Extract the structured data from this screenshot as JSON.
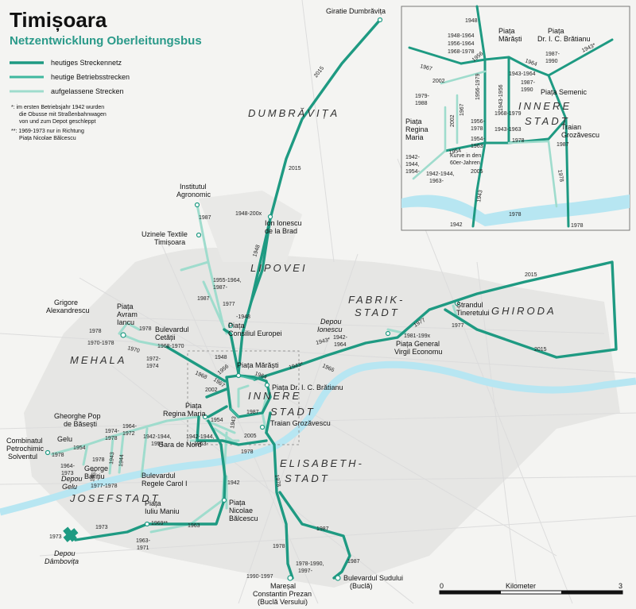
{
  "title": "Timișoara",
  "subtitle": "Netzentwicklung Oberleitungsbus",
  "legend": {
    "current_network": "heutiges Streckennetz",
    "current_operation": "heutige Betriebsstrecken",
    "abandoned": "aufgelassene Strecken",
    "note1_line1": "*: im ersten Betriebsjahr 1942 wurden",
    "note1_line2": "die Obusse mit Straßenbahnwagen",
    "note1_line3": "von und zum Depot geschleppt",
    "note2_line1": "**: 1969-1973 nur in Richtung",
    "note2_line2": "Piața Nicolae Bălcescu"
  },
  "colors": {
    "current_network": "#1e9a82",
    "current_operation": "#3fb89f",
    "abandoned": "#9fdccd",
    "river": "#b7e6f2",
    "roads": "#e2e2e2",
    "city": "#e6e6e4"
  },
  "districts": {
    "dumbravita": "DUMBRĂVIȚA",
    "lipovei": "LIPOVEI",
    "fabrik": "FABRIK-",
    "stadt_fabrik": "STADT",
    "ghiroda": "GHIRODA",
    "mehala": "MEHALA",
    "innere": "INNERE",
    "stadt_innere": "STADT",
    "elisabeth": "ELISABETH-",
    "stadt_elisabeth": "STADT",
    "josefstadt": "JOSEFSTADT"
  },
  "stops": {
    "giratie": "Giratie Dumbrăvița",
    "institutul1": "Institutul",
    "institutul2": "Agronomic",
    "ionionescu1": "Ion Ionescu",
    "ionionescu2": "de la Brad",
    "uzinele1": "Uzinele Textile",
    "uzinele2": "Timișoara",
    "consiliul1": "Piața",
    "consiliul2": "Consiliul Europei",
    "grigore1": "Grigore",
    "grigore2": "Alexandrescu",
    "avram1": "Piața",
    "avram2": "Avram",
    "avram3": "Iancu",
    "cetatii1": "Bulevardul",
    "cetatii2": "Cetății",
    "marasti": "Piața Mărăști",
    "bratianu": "Piața Dr. I. C. Brătianu",
    "strandul1": "Ștrandul",
    "strandul2": "Tineretului",
    "depou_ionescu1": "Depou",
    "depou_ionescu2": "Ionescu",
    "virgil1": "Piața General",
    "virgil2": "Virgil Economu",
    "reginamaria1": "Piața",
    "reginamaria2": "Regina Maria",
    "traian": "Traian Grozăvescu",
    "gheorghe1": "Gheorghe Pop",
    "gheorghe2": "de Băsești",
    "gelu": "Gelu",
    "combinatul1": "Combinatul",
    "combinatul2": "Petrochimic",
    "combinatul3": "Solventul",
    "depou_gelu1": "Depou",
    "depou_gelu2": "Gelu",
    "george1": "George",
    "george2": "Barițiu",
    "garadenord": "Gara de Nord",
    "carol1": "Bulevardul",
    "carol2": "Regele Carol I",
    "maniu1": "Piața",
    "maniu2": "Iuliu Maniu",
    "balcescu1": "Piața",
    "balcescu2": "Nicolae",
    "balcescu3": "Bălcescu",
    "dambovita1": "Depou",
    "dambovita2": "Dâmbovița",
    "maresal1": "Mareșal",
    "maresal2": "Constantin Prezan",
    "maresal3": "(Buclă Versului)",
    "sudului1": "Bulevardul Sudului",
    "sudului2": "(Buclă)"
  },
  "years": {
    "y2015a": "2015",
    "y2015b": "2015",
    "y2015c": "2015",
    "y2015d": "2015",
    "y1987a": "1987",
    "y1987b": "1987",
    "y1987c": "1987",
    "y1987d": "1987",
    "y1987e": "1987",
    "y1948a": "1948-200x",
    "y1948b": "1948",
    "y1948c": "-1948",
    "y1948d": "1948",
    "y1955": "1955-1964,",
    "y1955b": "1987-",
    "y1977": "1977",
    "y1977b": "1977",
    "y1978a": "1978",
    "y1978b": "1978",
    "y1978c": "1978",
    "y1978d": "1978",
    "y1978e": "1978",
    "y1970a": "1970-1978",
    "y1970b": "1970",
    "y1968a": "1968-1970",
    "y1968b": "1968",
    "y1972": "1972-",
    "y1972b": "1974",
    "y1956": "1956",
    "y1967": "1967",
    "y1964": "1964",
    "y1943a": "1943*",
    "y1943b": "1943*",
    "y1942a": "1942-",
    "y1942b": "1964",
    "y1966": "1966",
    "y1981": "1981-199x",
    "y2002": "2002",
    "y1954": "1954",
    "y1954b": "1954",
    "y1942c": "1942-1944,",
    "y1942d": "1954",
    "y1942e": "1942-1944,",
    "y1942f": "1963-",
    "y1942g": "1942",
    "y1943c": "1943",
    "y2005": "2005",
    "y1974": "1974-",
    "y1974b": "1978",
    "y1964b": "1964-",
    "y1964c": "1972",
    "y1943d": "1943",
    "y1944": "1944",
    "y1963a": "1963",
    "y1963b": "1963",
    "y1963c": "1963-",
    "y1963d": "1971",
    "y1964d": "1964-",
    "y1964e": "1973",
    "y1977c": "1977-1978",
    "y1973": "1973",
    "y1973b": "1973",
    "y1969": "1969**",
    "y1990": "1990-1997",
    "y1978f": "1978-1990,",
    "y1978g": "1997-",
    "y1987f": "1987"
  },
  "inset": {
    "marasti1": "Piața",
    "marasti2": "Mărăști",
    "bratianu1": "Piața",
    "bratianu2": "Dr. I. C. Brătianu",
    "semenic": "Piața Semenic",
    "reginamaria1": "Piața",
    "reginamaria2": "Regina",
    "reginamaria3": "Maria",
    "traian1": "Traian",
    "traian2": "Grozăvescu",
    "innere": "INNERE",
    "stadt": "STADT",
    "y1948": "1948",
    "y1948_1964": "1948-1964",
    "y1956_1964": "1956-1964",
    "y1968_1978": "1968-1978",
    "y1967": "1967",
    "y1956": "1956",
    "y1964": "1964",
    "y1987_1990": "1987-",
    "y1990": "1990",
    "y1943s": "1943*",
    "y1943_1964": "1943-1964",
    "y1987_1990b": "1987-",
    "y1990b": "1990",
    "y2002": "2002",
    "y1979": "1979-",
    "y1988": "1988",
    "y1956_1979": "1956-1979",
    "y1943_1956": "1943-1956",
    "y1968_1979": "1968-1979",
    "y2002b": "2002",
    "y1967b": "1967",
    "y1956_1978": "1956-",
    "y1978": "1978",
    "y1943_1963": "1943-1963",
    "y1954": "1954",
    "y1954_1963": "1954-",
    "y1963": "1963",
    "y1978b": "1978",
    "y1987": "1987",
    "y1942_1944": "1942-",
    "y1944": "1944,",
    "y1954b": "1954-",
    "kurve1": "Kurve in den",
    "kurve2": "60er-Jahren",
    "y2005": "2005",
    "y1942_1944b": "1942-1944,",
    "y1963b": "1963-",
    "y1943": "1943",
    "y1942": "1942",
    "y1978c": "1978",
    "y1978d": "1978",
    "y1978e": "1978"
  },
  "scale": {
    "zero": "0",
    "label": "Kilometer",
    "three": "3"
  }
}
